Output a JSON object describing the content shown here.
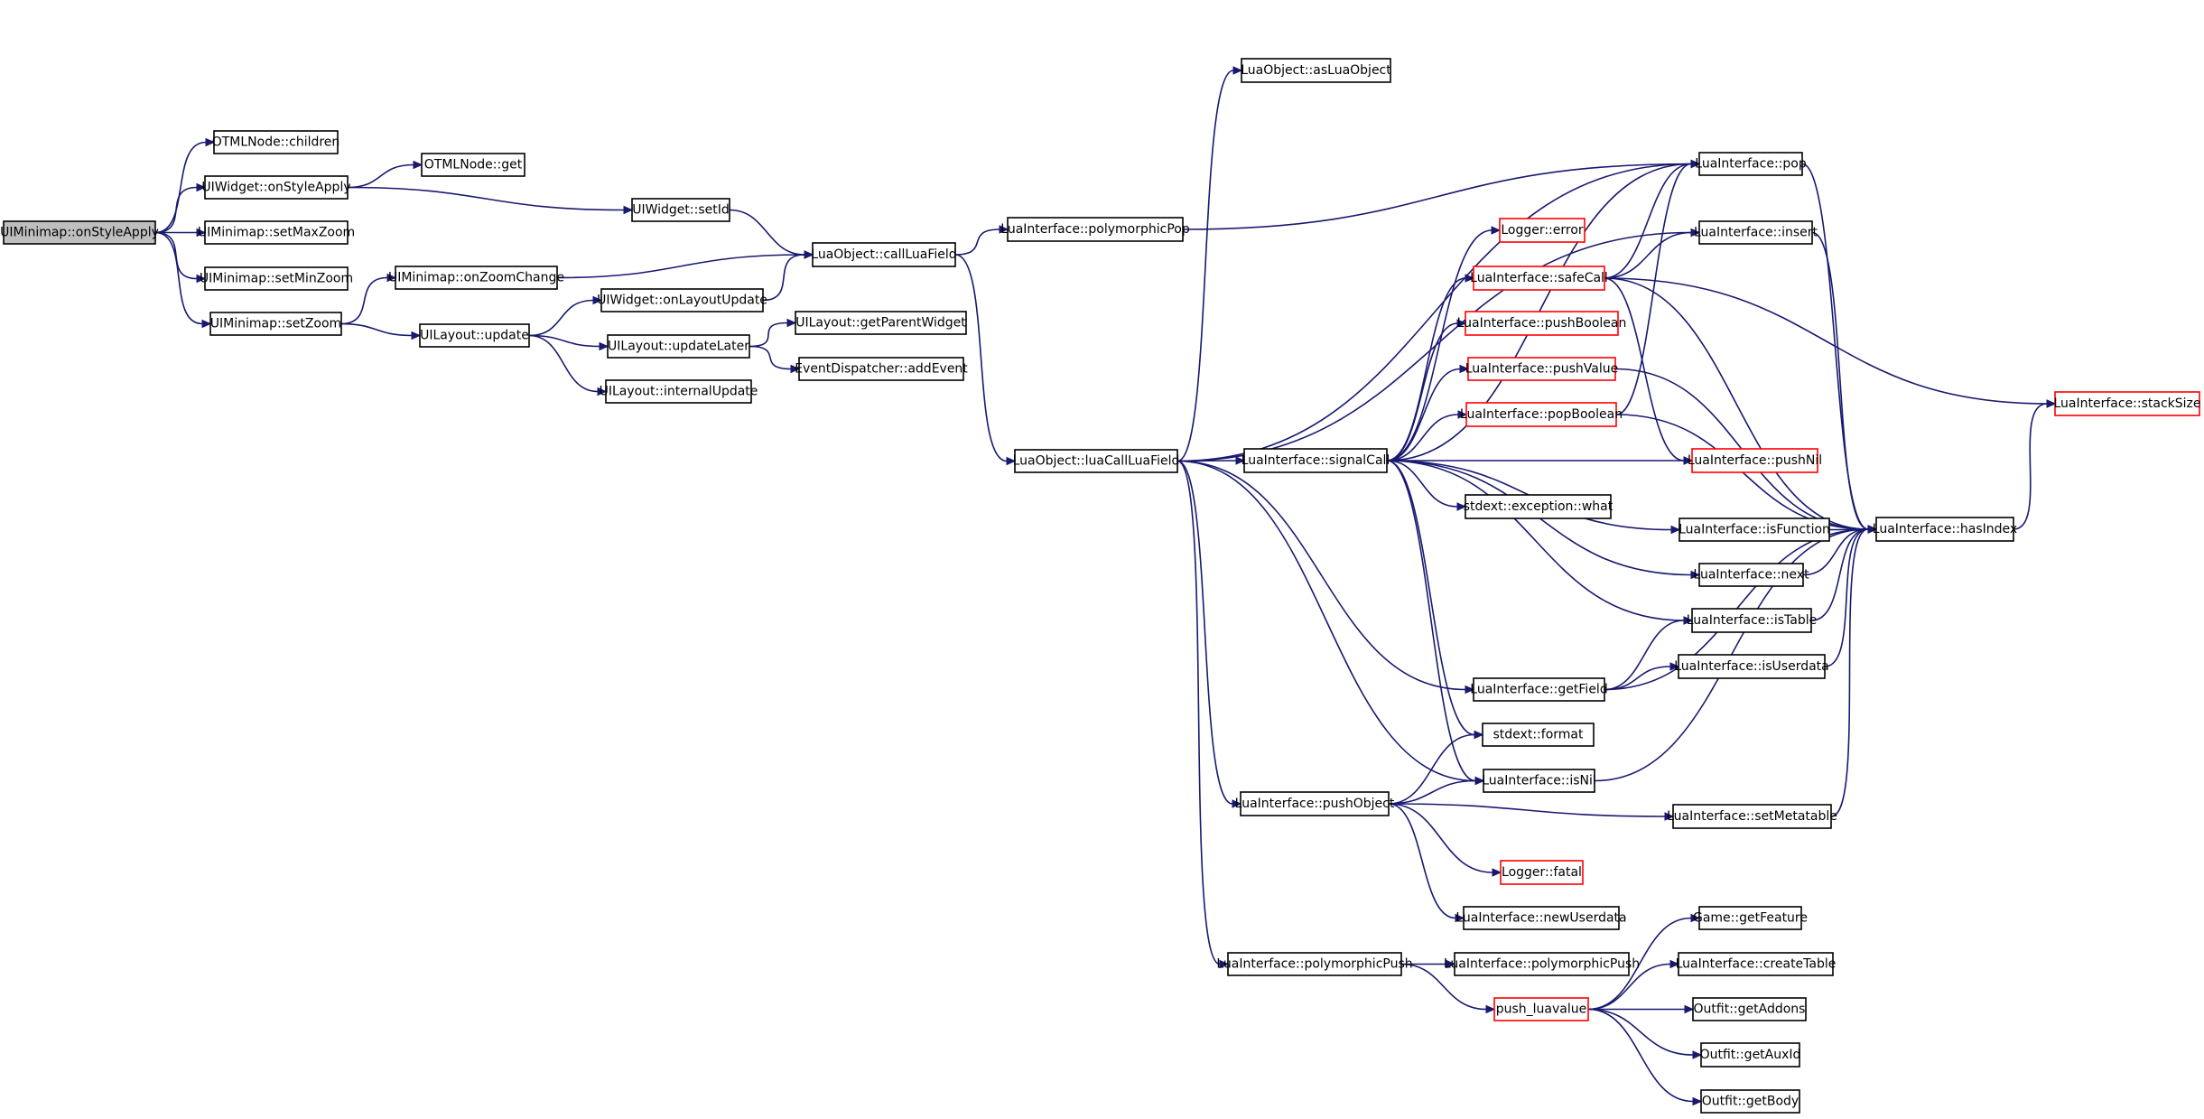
{
  "diagram": {
    "type": "call-graph",
    "colors": {
      "edge": "#191970",
      "root_fill": "#bfbfbf",
      "truncated_border": "#ff0000",
      "node_border": "#000000"
    },
    "nodes": [
      {
        "id": "n0",
        "label": "UIMinimap::onStyleApply",
        "root": true
      },
      {
        "id": "n1",
        "label": "OTMLNode::children"
      },
      {
        "id": "n2",
        "label": "UIWidget::onStyleApply"
      },
      {
        "id": "n3",
        "label": "UIMinimap::setMaxZoom"
      },
      {
        "id": "n4",
        "label": "UIMinimap::setMinZoom"
      },
      {
        "id": "n5",
        "label": "UIMinimap::setZoom"
      },
      {
        "id": "n6",
        "label": "OTMLNode::get"
      },
      {
        "id": "n7",
        "label": "UIWidget::setId"
      },
      {
        "id": "n8",
        "label": "UIMinimap::onZoomChange"
      },
      {
        "id": "n9",
        "label": "UILayout::update"
      },
      {
        "id": "n10",
        "label": "UIWidget::onLayoutUpdate"
      },
      {
        "id": "n11",
        "label": "UILayout::updateLater"
      },
      {
        "id": "n12",
        "label": "UILayout::internalUpdate"
      },
      {
        "id": "n13",
        "label": "LuaObject::callLuaField"
      },
      {
        "id": "n14",
        "label": "UILayout::getParentWidget"
      },
      {
        "id": "n15",
        "label": "EventDispatcher::addEvent"
      },
      {
        "id": "n16",
        "label": "LuaInterface::polymorphicPop"
      },
      {
        "id": "n17",
        "label": "LuaObject::luaCallLuaField"
      },
      {
        "id": "n18",
        "label": "LuaObject::asLuaObject"
      },
      {
        "id": "n19",
        "label": "LuaInterface::signalCall"
      },
      {
        "id": "n20",
        "label": "LuaInterface::pushObject"
      },
      {
        "id": "n21",
        "label": "LuaInterface::polymorphicPush"
      },
      {
        "id": "n22",
        "label": "Logger::error",
        "truncated": true
      },
      {
        "id": "n23",
        "label": "LuaInterface::safeCall",
        "truncated": true
      },
      {
        "id": "n24",
        "label": "LuaInterface::pushBoolean",
        "truncated": true
      },
      {
        "id": "n25",
        "label": "LuaInterface::pushValue",
        "truncated": true
      },
      {
        "id": "n26",
        "label": "LuaInterface::popBoolean",
        "truncated": true
      },
      {
        "id": "n27",
        "label": "stdext::exception::what"
      },
      {
        "id": "n28",
        "label": "LuaInterface::getField"
      },
      {
        "id": "n29",
        "label": "stdext::format"
      },
      {
        "id": "n30",
        "label": "LuaInterface::isNil"
      },
      {
        "id": "n31",
        "label": "Logger::fatal",
        "truncated": true
      },
      {
        "id": "n32",
        "label": "LuaInterface::newUserdata"
      },
      {
        "id": "n33",
        "label": "LuaInterface::polymorphicPush"
      },
      {
        "id": "n34",
        "label": "push_luavalue",
        "truncated": true
      },
      {
        "id": "n35",
        "label": "LuaInterface::pop"
      },
      {
        "id": "n36",
        "label": "LuaInterface::insert"
      },
      {
        "id": "n37",
        "label": "LuaInterface::pushNil",
        "truncated": true
      },
      {
        "id": "n38",
        "label": "LuaInterface::isFunction"
      },
      {
        "id": "n39",
        "label": "LuaInterface::next"
      },
      {
        "id": "n40",
        "label": "LuaInterface::isTable"
      },
      {
        "id": "n41",
        "label": "LuaInterface::isUserdata"
      },
      {
        "id": "n42",
        "label": "LuaInterface::setMetatable"
      },
      {
        "id": "n43",
        "label": "Game::getFeature"
      },
      {
        "id": "n44",
        "label": "LuaInterface::createTable"
      },
      {
        "id": "n45",
        "label": "Outfit::getAddons"
      },
      {
        "id": "n46",
        "label": "Outfit::getAuxId"
      },
      {
        "id": "n47",
        "label": "Outfit::getBody"
      },
      {
        "id": "n48",
        "label": "LuaInterface::hasIndex"
      },
      {
        "id": "n49",
        "label": "LuaInterface::stackSize",
        "truncated": true
      }
    ],
    "edges": [
      [
        "n0",
        "n1"
      ],
      [
        "n0",
        "n2"
      ],
      [
        "n0",
        "n3"
      ],
      [
        "n0",
        "n4"
      ],
      [
        "n0",
        "n5"
      ],
      [
        "n2",
        "n6"
      ],
      [
        "n2",
        "n7"
      ],
      [
        "n5",
        "n8"
      ],
      [
        "n5",
        "n9"
      ],
      [
        "n7",
        "n13"
      ],
      [
        "n8",
        "n13"
      ],
      [
        "n9",
        "n10"
      ],
      [
        "n9",
        "n11"
      ],
      [
        "n9",
        "n12"
      ],
      [
        "n10",
        "n13"
      ],
      [
        "n11",
        "n14"
      ],
      [
        "n11",
        "n15"
      ],
      [
        "n13",
        "n16"
      ],
      [
        "n13",
        "n17"
      ],
      [
        "n16",
        "n35"
      ],
      [
        "n17",
        "n18"
      ],
      [
        "n17",
        "n35"
      ],
      [
        "n17",
        "n36"
      ],
      [
        "n17",
        "n19"
      ],
      [
        "n17",
        "n28"
      ],
      [
        "n17",
        "n30"
      ],
      [
        "n17",
        "n20"
      ],
      [
        "n17",
        "n21"
      ],
      [
        "n19",
        "n22"
      ],
      [
        "n19",
        "n23"
      ],
      [
        "n19",
        "n24"
      ],
      [
        "n19",
        "n25"
      ],
      [
        "n19",
        "n26"
      ],
      [
        "n19",
        "n37"
      ],
      [
        "n19",
        "n27"
      ],
      [
        "n19",
        "n38"
      ],
      [
        "n19",
        "n39"
      ],
      [
        "n19",
        "n40"
      ],
      [
        "n19",
        "n29"
      ],
      [
        "n19",
        "n30"
      ],
      [
        "n19",
        "n35"
      ],
      [
        "n23",
        "n35"
      ],
      [
        "n23",
        "n36"
      ],
      [
        "n23",
        "n37"
      ],
      [
        "n23",
        "n48"
      ],
      [
        "n23",
        "n49"
      ],
      [
        "n25",
        "n48"
      ],
      [
        "n26",
        "n35"
      ],
      [
        "n26",
        "n48"
      ],
      [
        "n28",
        "n40"
      ],
      [
        "n28",
        "n41"
      ],
      [
        "n28",
        "n48"
      ],
      [
        "n20",
        "n29"
      ],
      [
        "n20",
        "n30"
      ],
      [
        "n20",
        "n42"
      ],
      [
        "n20",
        "n31"
      ],
      [
        "n20",
        "n32"
      ],
      [
        "n21",
        "n33"
      ],
      [
        "n21",
        "n34"
      ],
      [
        "n34",
        "n43"
      ],
      [
        "n34",
        "n44"
      ],
      [
        "n34",
        "n45"
      ],
      [
        "n34",
        "n46"
      ],
      [
        "n34",
        "n47"
      ],
      [
        "n35",
        "n48"
      ],
      [
        "n36",
        "n48"
      ],
      [
        "n38",
        "n48"
      ],
      [
        "n39",
        "n48"
      ],
      [
        "n40",
        "n48"
      ],
      [
        "n41",
        "n48"
      ],
      [
        "n30",
        "n48"
      ],
      [
        "n42",
        "n48"
      ],
      [
        "n48",
        "n49"
      ]
    ]
  }
}
